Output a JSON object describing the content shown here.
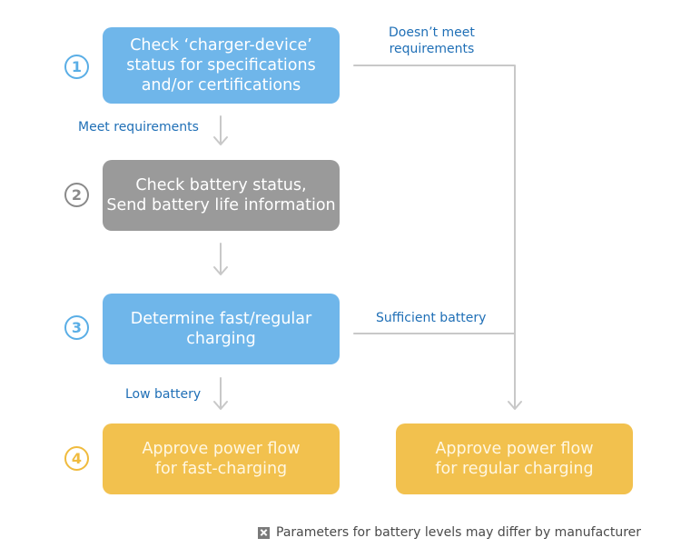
{
  "steps": [
    {
      "number": "1",
      "text": "Check ‘charger-device’\nstatus for specifications\nand/or certifications"
    },
    {
      "number": "2",
      "text": "Check battery status,\nSend battery life information"
    },
    {
      "number": "3",
      "text": "Determine fast/regular\ncharging"
    },
    {
      "number": "4",
      "text": "Approve power flow\nfor fast-charging"
    }
  ],
  "regular_box": {
    "text": "Approve power flow\nfor regular charging"
  },
  "labels": {
    "doesnt_meet": "Doesn’t meet\nrequirements",
    "meet": "Meet requirements",
    "sufficient": "Sufficient battery",
    "low": "Low battery"
  },
  "note": {
    "text": "Parameters for battery levels may differ by manufacturer"
  },
  "colors": {
    "blue": "#6fb6ea",
    "gray": "#9a9a9a",
    "yellow": "#f2c14e",
    "label_blue": "#1f6fb6",
    "connector": "#c8c8c8"
  }
}
